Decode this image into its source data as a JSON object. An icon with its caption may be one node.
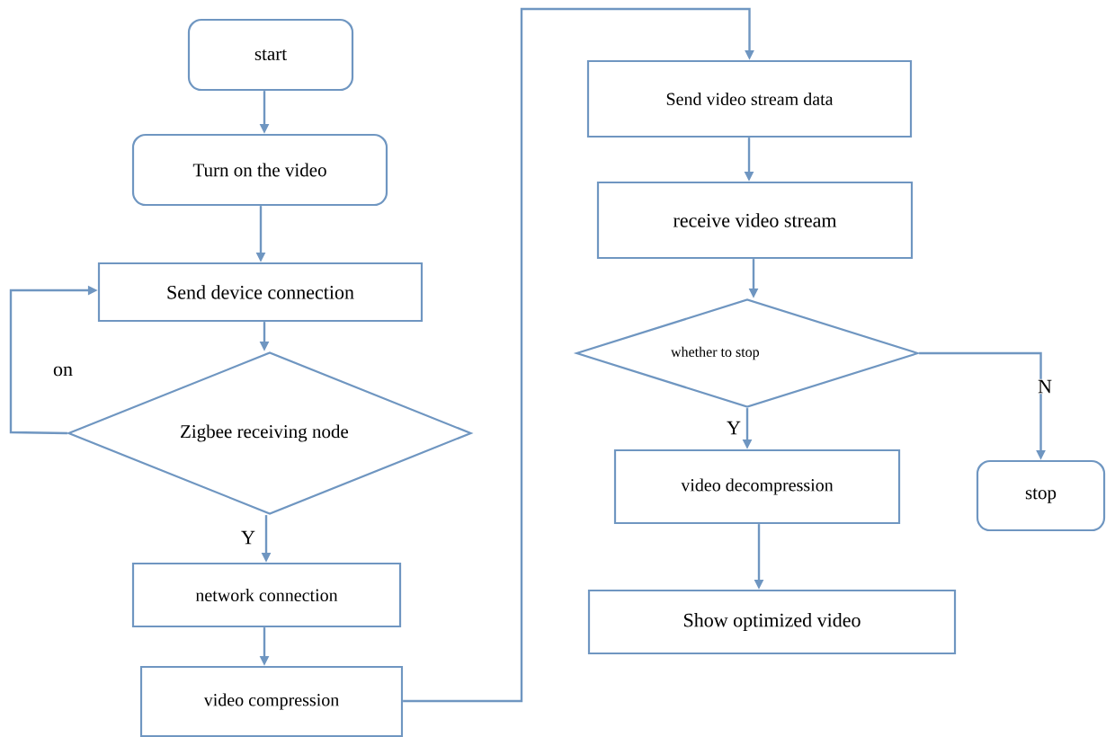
{
  "diagram": {
    "nodes": [
      {
        "text": [
          "start"
        ]
      },
      {
        "text": [
          "Turn on the video"
        ]
      },
      {
        "text": [
          "Send device connection"
        ]
      },
      {
        "text": [
          "Zigbee receiving node"
        ]
      },
      {
        "text": [
          "network connection"
        ]
      },
      {
        "text": [
          "video compression"
        ]
      },
      {
        "text": [
          "Send video stream data"
        ]
      },
      {
        "text": [
          "receive video stream"
        ]
      },
      {
        "text": [
          "whether to stop"
        ]
      },
      {
        "text": [
          "video decompression"
        ]
      },
      {
        "text": [
          "Show optimized video"
        ]
      },
      {
        "text": [
          "stop"
        ]
      }
    ],
    "edges": [
      {
        "from": 0,
        "to": 1,
        "arrow": "to"
      },
      {
        "from": 1,
        "to": 2,
        "arrow": "to"
      },
      {
        "from": 2,
        "to": 3,
        "arrow": "to"
      },
      {
        "from": 3,
        "to": 2,
        "arrow": "to",
        "label": "on"
      },
      {
        "from": 3,
        "to": 4,
        "arrow": "to",
        "label": "Y"
      },
      {
        "from": 4,
        "to": 5,
        "arrow": "to"
      },
      {
        "from": 5,
        "to": 6,
        "arrow": "to"
      },
      {
        "from": 6,
        "to": 7,
        "arrow": "to"
      },
      {
        "from": 7,
        "to": 8,
        "arrow": "to"
      },
      {
        "from": 8,
        "to": 9,
        "arrow": "to",
        "label": "Y"
      },
      {
        "from": 9,
        "to": 10,
        "arrow": "to"
      },
      {
        "from": 8,
        "to": 11,
        "arrow": "to",
        "label": "N"
      }
    ]
  }
}
